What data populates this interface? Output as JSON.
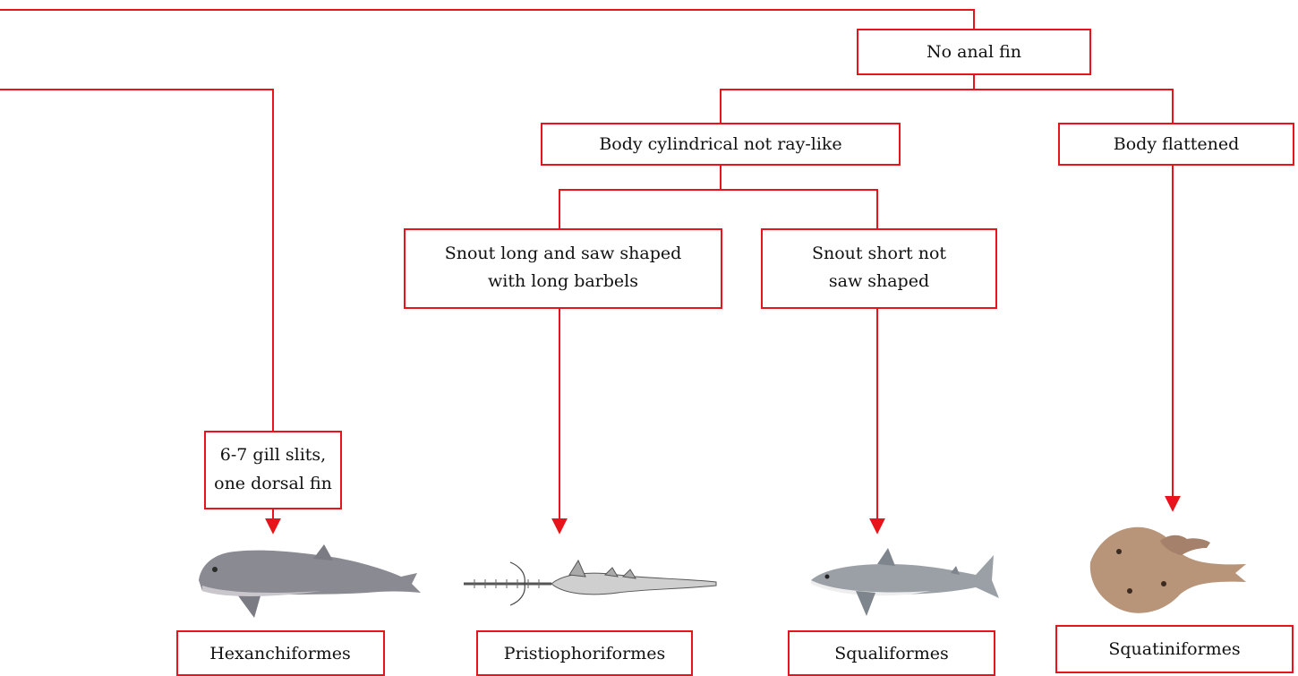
{
  "colors": {
    "connector": "#e8141b",
    "box_border": "#e8141b",
    "text": "#111111",
    "background": "#ffffff"
  },
  "nodes": {
    "no_anal_fin": {
      "label": "No anal fin"
    },
    "body_cylindrical": {
      "label": "Body cylindrical not ray-like"
    },
    "body_flattened": {
      "label": "Body flattened"
    },
    "snout_long": {
      "lines": [
        "Snout long and saw shaped",
        "with long barbels"
      ]
    },
    "snout_short": {
      "lines": [
        "Snout short not",
        "saw shaped"
      ]
    },
    "gill_slits": {
      "lines": [
        "6-7 gill slits,",
        "one dorsal fin"
      ]
    }
  },
  "orders": [
    {
      "label": "Hexanchiformes",
      "image": "cow-shark-icon"
    },
    {
      "label": "Pristiophoriformes",
      "image": "sawshark-icon"
    },
    {
      "label": "Squaliformes",
      "image": "dogfish-shark-icon"
    },
    {
      "label": "Squatiniformes",
      "image": "angel-shark-icon"
    }
  ]
}
